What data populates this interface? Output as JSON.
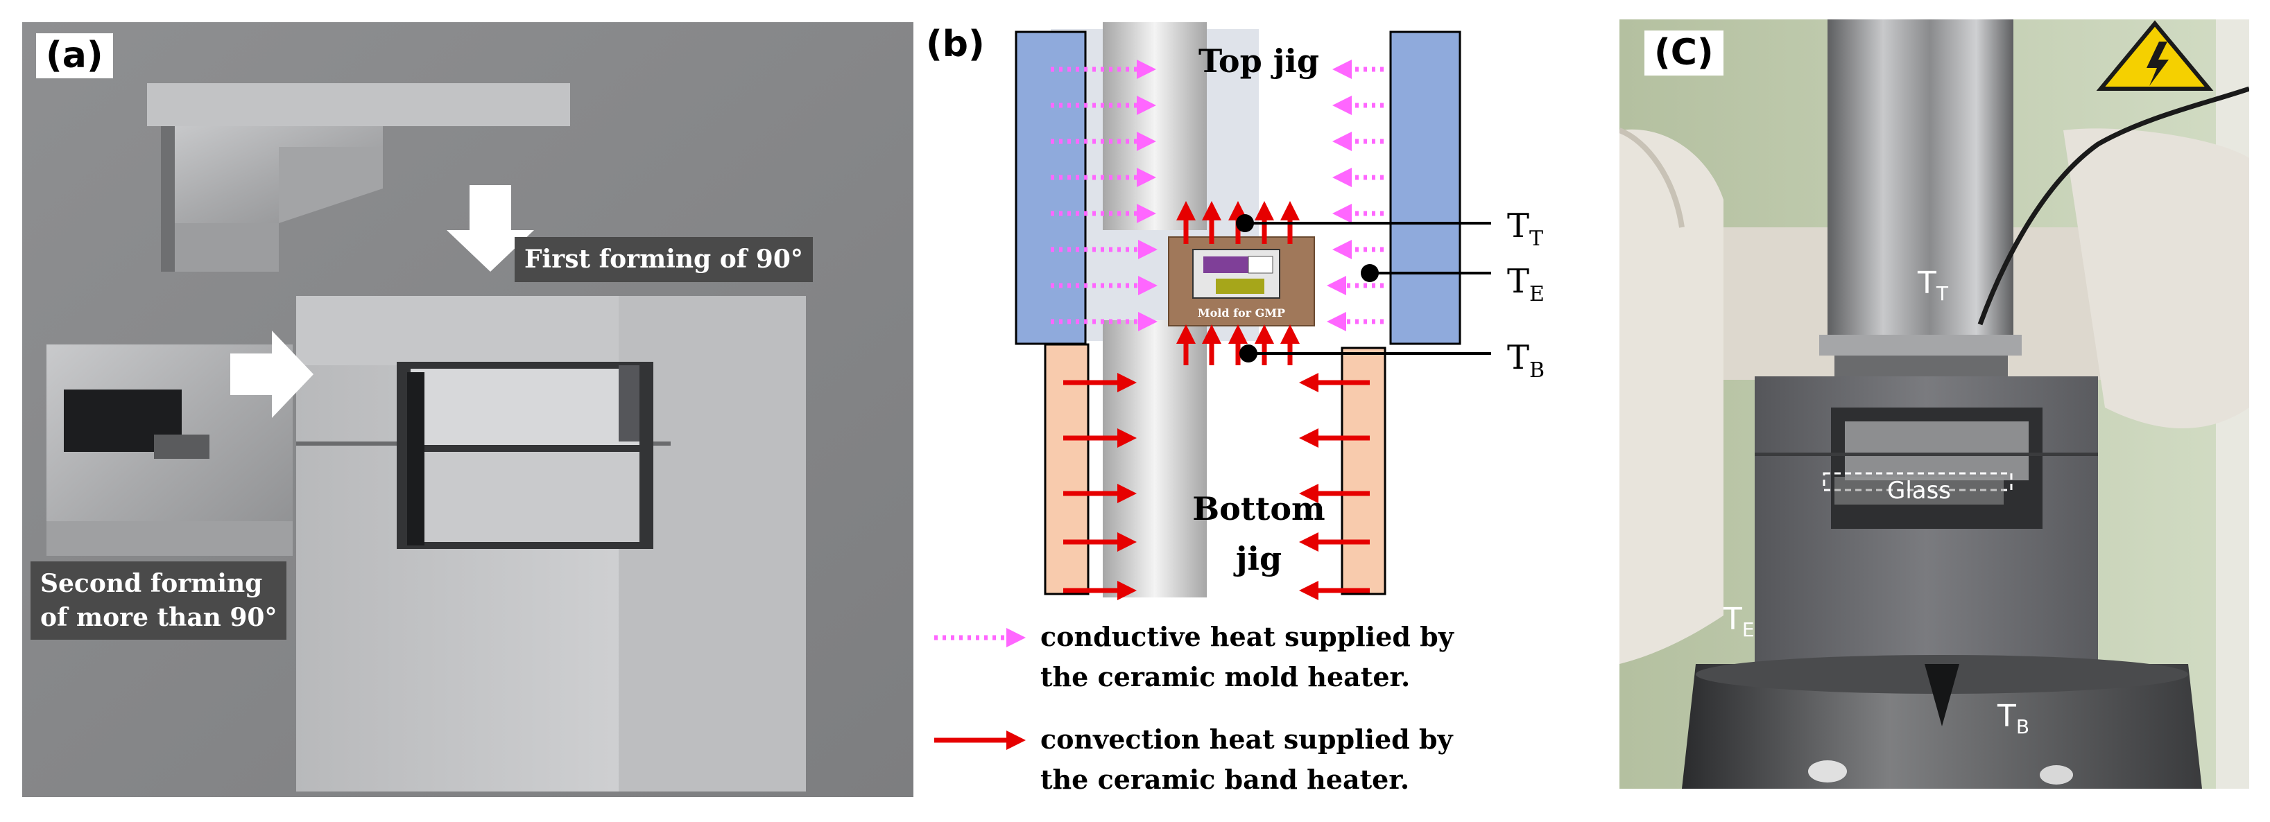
{
  "panel_a": {
    "tag": "(a)",
    "first_forming": "First forming of 90°",
    "second_forming_line1": "Second forming",
    "second_forming_line2": "of more than 90°"
  },
  "panel_b": {
    "tag": "(b)",
    "top_jig": "Top jig",
    "bottom_jig_line1": "Bottom",
    "bottom_jig_line2": "jig",
    "mold_label": "Mold for GMP",
    "sensors": [
      {
        "base": "T",
        "sub": "T"
      },
      {
        "base": "T",
        "sub": "E"
      },
      {
        "base": "T",
        "sub": "B"
      }
    ],
    "legend": [
      {
        "style": "dotted",
        "color": "#ff66ff",
        "line1": "conductive heat supplied by",
        "line2": "the ceramic mold heater."
      },
      {
        "style": "solid",
        "color": "#e60000",
        "line1": "convection heat supplied by",
        "line2": "the ceramic band heater."
      }
    ],
    "colors": {
      "mold_heater": "#8faadc",
      "band_heater": "#f8cbad",
      "mold": "#a0785a",
      "conductive": "#ff66ff",
      "convection": "#e60000"
    }
  },
  "panel_c": {
    "tag": "(C)",
    "glass_label": "Glass",
    "sensors": [
      {
        "base": "T",
        "sub": "T"
      },
      {
        "base": "T",
        "sub": "E"
      },
      {
        "base": "T",
        "sub": "B"
      }
    ]
  }
}
